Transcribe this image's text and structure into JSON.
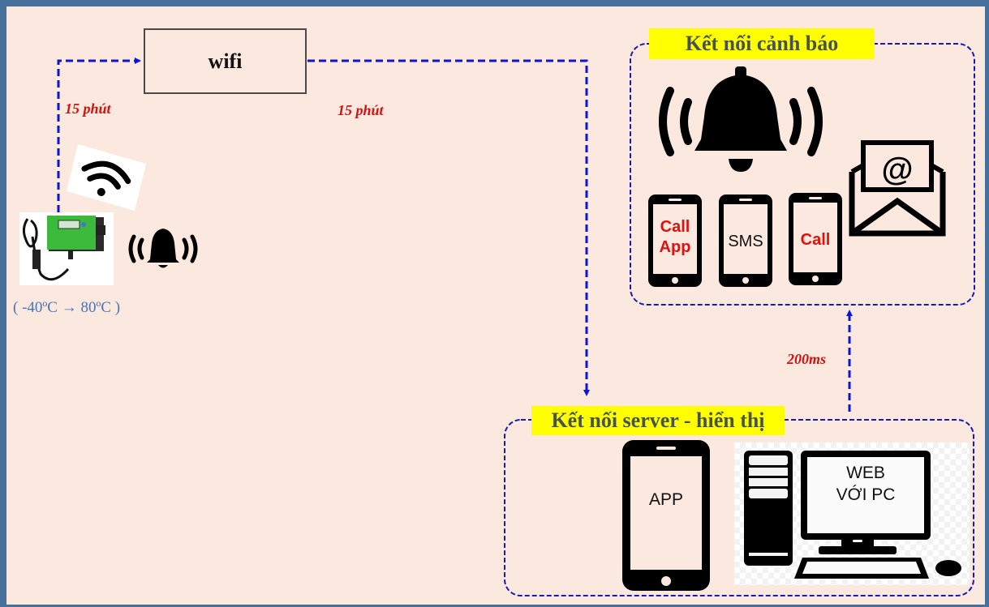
{
  "wifi_node": {
    "label": "wifi"
  },
  "connections": [
    {
      "from": "sensor",
      "to": "wifi",
      "interval": "15 phút"
    },
    {
      "from": "wifi",
      "to": "server",
      "interval": "15 phút"
    },
    {
      "from": "server",
      "to": "alerts",
      "interval": "200ms"
    }
  ],
  "sensor": {
    "range_text": "( -40ºC → 80ºC )",
    "icons": [
      "wifi-signal-icon",
      "alarm-bell-icon",
      "temperature-sensor-device"
    ]
  },
  "alert_section": {
    "title": "Kết nối cảnh báo",
    "phones": [
      {
        "line1": "Call",
        "line2": "App"
      },
      {
        "line1": "SMS",
        "line2": ""
      },
      {
        "line1": "Call",
        "line2": ""
      }
    ],
    "icons": [
      "alarm-bell-icon",
      "email-icon"
    ]
  },
  "server_section": {
    "title": "Kết nối server -  hiển thị",
    "app_label": "APP",
    "pc_label_line1": "WEB",
    "pc_label_line2": "VỚI PC"
  },
  "colors": {
    "background": "#fbe8de",
    "frame": "#47709a",
    "arrow": "#0b14d9",
    "interval_text": "#d21010",
    "section_title_bg": "#ffff00",
    "range_text": "#4a74b4"
  }
}
